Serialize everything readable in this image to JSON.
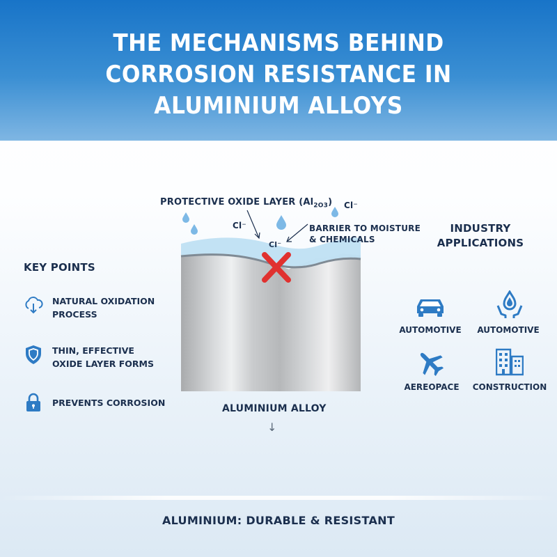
{
  "title": {
    "line1": "THE MECHANISMS BEHIND",
    "line2": "CORROSION RESISTANCE IN",
    "line3": "ALUMINIUM ALLOYS"
  },
  "diagram": {
    "oxide_label_prefix": "PROTECTIVE OXIDE LAYER (Al",
    "oxide_label_sub": "2O3",
    "oxide_label_suffix": ")",
    "barrier_line1": "BARRIER TO MOISTURE",
    "barrier_line2": "& CHEMICALS",
    "chloride_ions": [
      "Cl⁻",
      "Cl⁻",
      "Cl⁻"
    ],
    "alloy_label": "ALUMINIUM ALLOY",
    "down_arrow": "↓"
  },
  "key_points": {
    "heading": "KEY POINTS",
    "items": [
      {
        "icon": "cloud-download-icon",
        "line1": "NATURAL OXIDATION",
        "line2": "PROCESS"
      },
      {
        "icon": "shield-icon",
        "line1": "THIN, EFFECTIVE",
        "line2": "OXIDE LAYER FORMS"
      },
      {
        "icon": "lock-icon",
        "line1": "PREVENTS CORROSION",
        "line2": ""
      }
    ]
  },
  "applications": {
    "heading_line1": "INDUSTRY",
    "heading_line2": "APPLICATIONS",
    "items": [
      {
        "icon": "car-icon",
        "label": "AUTOMOTIVE"
      },
      {
        "icon": "water-drop-hands-icon",
        "label": "AUTOMOTIVE"
      },
      {
        "icon": "airplane-icon",
        "label": "AEREOPACE"
      },
      {
        "icon": "building-icon",
        "label": "CONSTRUCTION"
      }
    ]
  },
  "footer": "ALUMINIUM: DURABLE & RESISTANT",
  "colors": {
    "header_top": "#1874c8",
    "header_bottom": "#7fb6e3",
    "text_dark": "#1b2f4e",
    "icon_blue": "#2e7bc4",
    "cross_red": "#e0312f",
    "oxide_blue": "#bfe0f3",
    "droplet_blue": "#7db9e6"
  }
}
